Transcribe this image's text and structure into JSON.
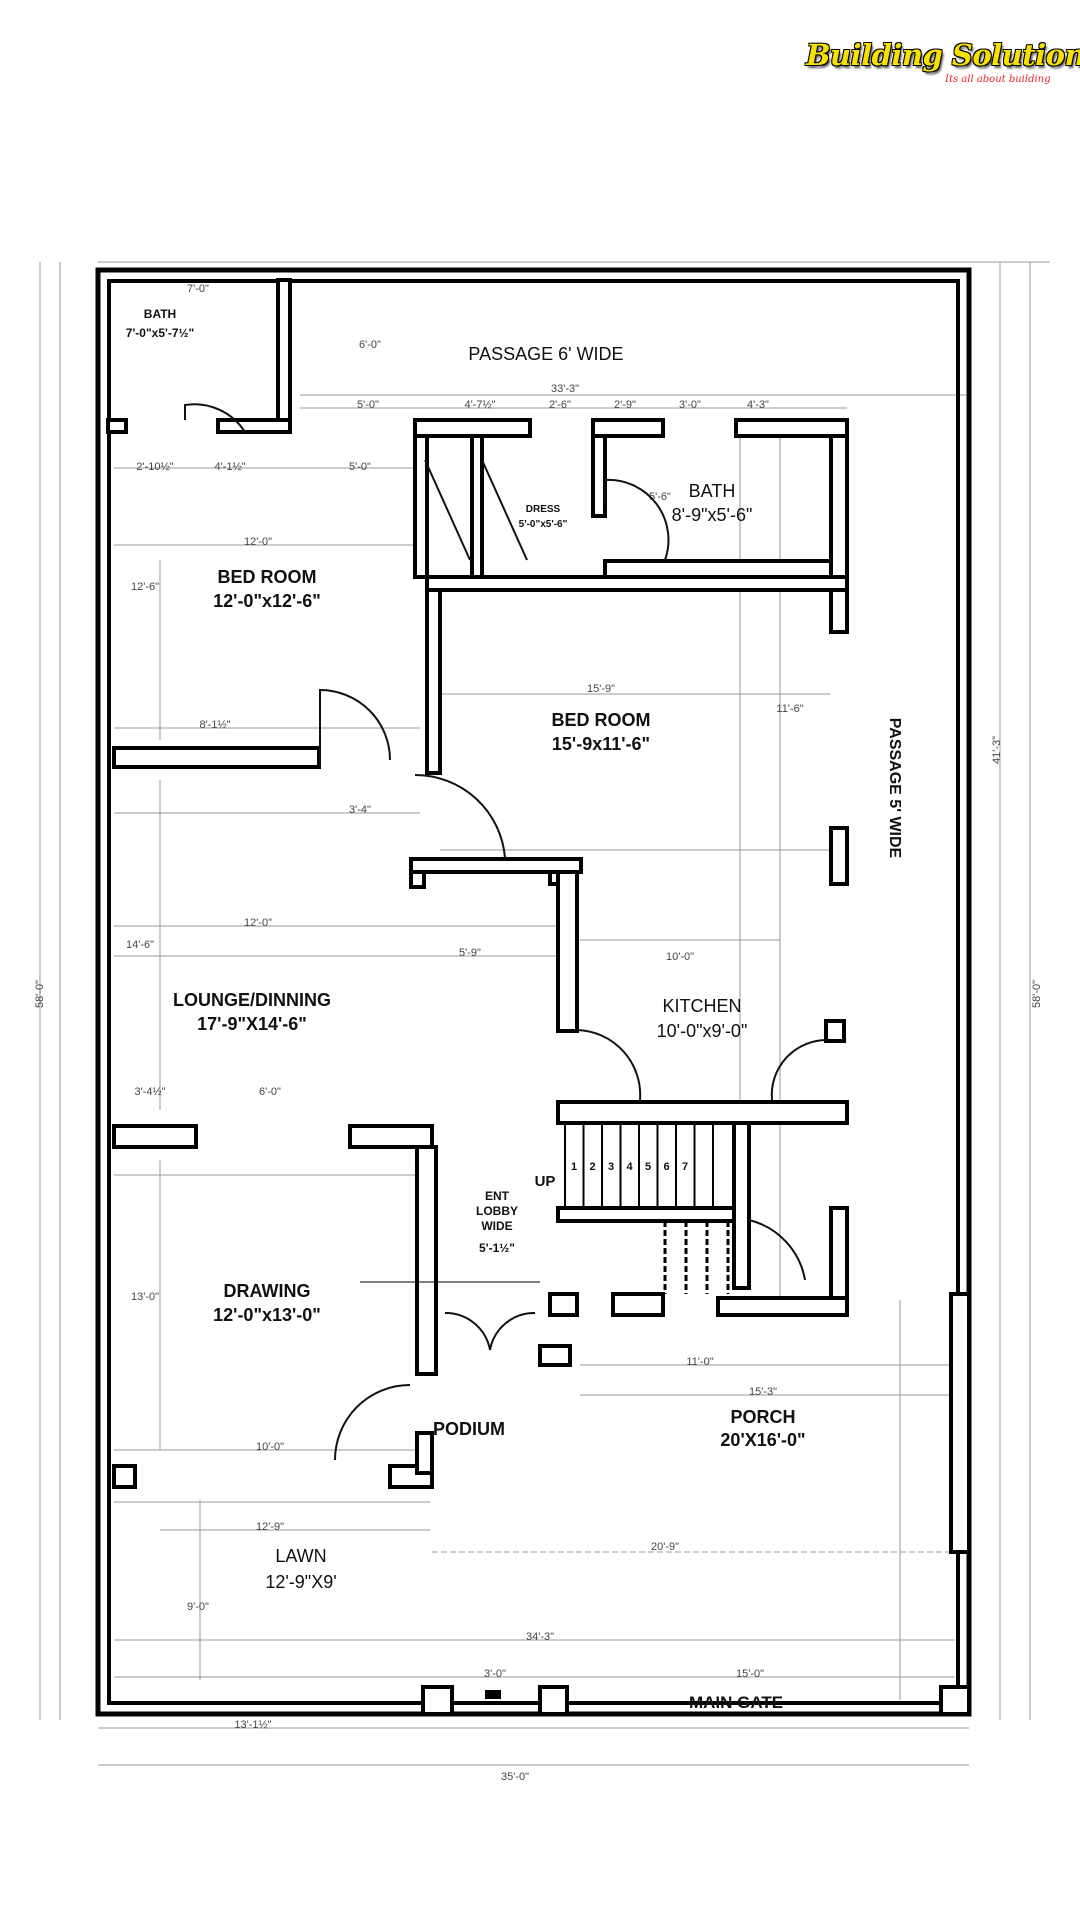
{
  "logo": {
    "name": "Building Solution",
    "tagline": "Its all about building",
    "colors": {
      "main": "#f5e000",
      "tagline": "#e8242b"
    }
  },
  "rooms": {
    "bath1": {
      "name": "BATH",
      "size": "7'-0\"x5'-7½\""
    },
    "passage_top": {
      "name": "PASSAGE 6' WIDE"
    },
    "bedroom1": {
      "name": "BED ROOM",
      "size": "12'-0\"x12'-6\""
    },
    "dress": {
      "name": "DRESS",
      "size": "5'-0\"x5'-6\""
    },
    "bath2": {
      "name": "BATH",
      "size": "8'-9\"x5'-6\""
    },
    "bedroom2": {
      "name": "BED ROOM",
      "size": "15'-9x11'-6\""
    },
    "passage_side": {
      "name": "PASSAGE 5' WIDE"
    },
    "lounge": {
      "name": "LOUNGE/DINNING",
      "size": "17'-9\"X14'-6\""
    },
    "kitchen": {
      "name": "KITCHEN",
      "size": "10'-0\"x9'-0\""
    },
    "drawing": {
      "name": "DRAWING",
      "size": "12'-0\"x13'-0\""
    },
    "lobby": {
      "line1": "ENT",
      "line2": "LOBBY",
      "line3": "WIDE",
      "size": "5'-1½\""
    },
    "stairs": {
      "label": "UP",
      "steps": [
        "1",
        "2",
        "3",
        "4",
        "5",
        "6",
        "7"
      ]
    },
    "podium": {
      "name": "PODIUM"
    },
    "porch": {
      "name": "PORCH",
      "size": "20'X16'-0\""
    },
    "lawn": {
      "name": "LAWN",
      "size": "12'-9\"X9'"
    },
    "main_gate": {
      "name": "MAIN GATE"
    }
  },
  "dimensions": [
    "7'-0\"",
    "5'-0\"",
    "4'-7½\"",
    "2'-6\"",
    "2'-9\"",
    "3'-0\"",
    "4'-3\"",
    "33'-3\"",
    "2'-10½\"",
    "4'-1½\"",
    "5'-0\"",
    "12'-0\"",
    "12'-6\"",
    "15'-9\"",
    "11'-6\"",
    "8'-1½\"",
    "3'-4\"",
    "12'-0\"",
    "14'-6\"",
    "10'-0\"",
    "5'-9\"",
    "3'-4½\"",
    "6'-0\"",
    "13'-0\"",
    "10'-0\"",
    "11'-0\"",
    "15'-3\"",
    "20'-9\"",
    "12'-9\"",
    "15'-0\"",
    "34'-3\"",
    "3'-0\"",
    "13'-1½\"",
    "35'-0\"",
    "58'-0\"",
    "58'-0\"",
    "41'-3\"",
    "6'-0\"",
    "9'-0\"",
    "5'-6\""
  ]
}
